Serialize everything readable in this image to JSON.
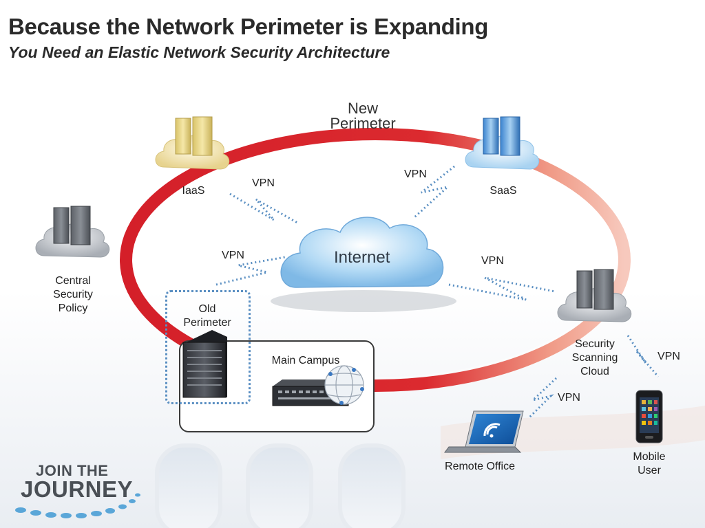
{
  "slide": {
    "title": "Because the Network Perimeter is Expanding",
    "subtitle": "You Need an Elastic Network Security Architecture"
  },
  "diagram": {
    "perimeter_label_line1": "New",
    "perimeter_label_line2": "Perimeter",
    "internet_label": "Internet",
    "nodes": {
      "iaas": "IaaS",
      "saas": "SaaS",
      "central_line1": "Central",
      "central_line2": "Security",
      "central_line3": "Policy",
      "old_line1": "Old",
      "old_line2": "Perimeter",
      "main_campus": "Main Campus",
      "scanning_line1": "Security",
      "scanning_line2": "Scanning",
      "scanning_line3": "Cloud",
      "remote_office": "Remote Office",
      "mobile_line1": "Mobile",
      "mobile_line2": "User"
    },
    "vpn_label": "VPN",
    "colors": {
      "ring_red": "#d8202a",
      "ring_light": "#f5b4a8",
      "vpn_dots": "#5a8fc2",
      "cloud_blue": "#8ec3ea",
      "cloud_gray": "#c9cdd2",
      "cloud_yellow": "#f3e4a6"
    }
  },
  "branding": {
    "line1": "JOIN THE",
    "line2": "JOURNEY"
  }
}
